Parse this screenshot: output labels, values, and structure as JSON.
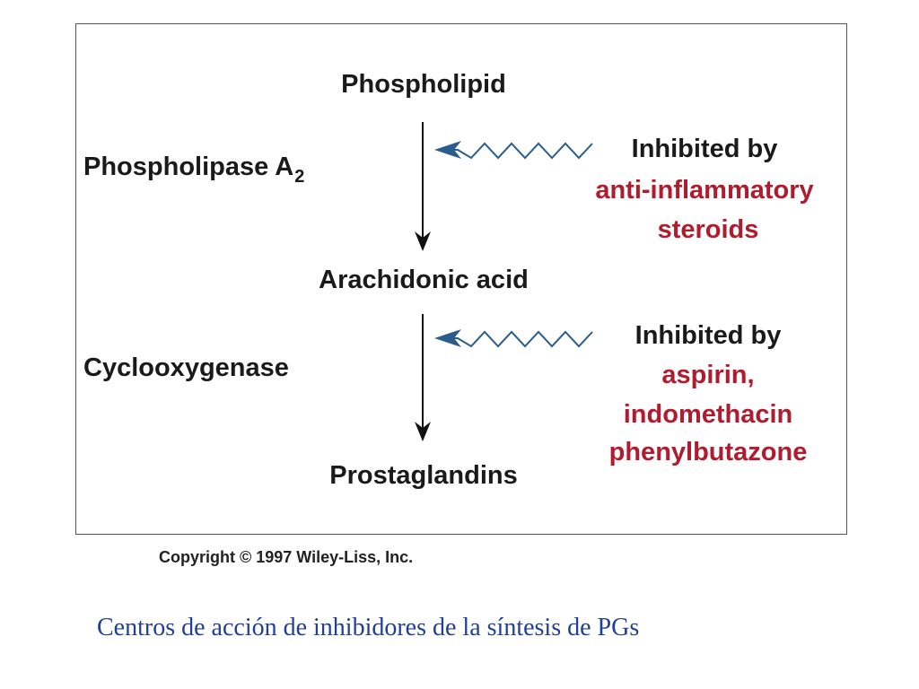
{
  "diagram": {
    "nodes": {
      "phospholipid": "Phospholipid",
      "arachidonic_acid": "Arachidonic acid",
      "prostaglandins": "Prostaglandins"
    },
    "enzymes": {
      "phospholipase_label": "Phospholipase A",
      "phospholipase_subscript": "2",
      "cyclooxygenase": "Cyclooxygenase"
    },
    "inhibition_1": {
      "heading": "Inhibited by",
      "drugs": [
        "anti-inflammatory",
        "steroids"
      ]
    },
    "inhibition_2": {
      "heading": "Inhibited by",
      "drugs": [
        "aspirin,",
        "indomethacin",
        "phenylbutazone"
      ]
    },
    "copyright": "Copyright © 1997 Wiley-Liss, Inc."
  },
  "caption": "Centros de acción de inhibidores de la síntesis de PGs",
  "colors": {
    "drug_text": "#b01c2e",
    "inhibition_arrow": "#2a5d8a",
    "caption": "#1f3f9a"
  }
}
